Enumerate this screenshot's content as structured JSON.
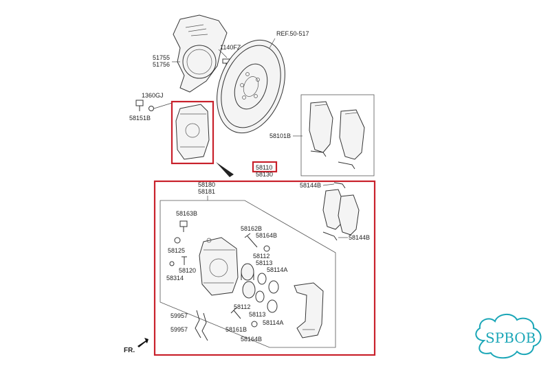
{
  "diagram": {
    "labels": {
      "ref": "REF.50-517",
      "p1140fz": "1140FZ",
      "p51755": "51755",
      "p51756": "51756",
      "p1360gj": "1360GJ",
      "p58151b": "58151B",
      "p58101b": "58101B",
      "p58110": "58110",
      "p58130": "58130",
      "p58180": "58180",
      "p58181": "58181",
      "p58144b_top": "58144B",
      "p58144b_bottom": "58144B",
      "p58163b": "58163B",
      "p58162b": "58162B",
      "p58164b_top": "58164B",
      "p58125": "58125",
      "p58120": "58120",
      "p58314": "58314",
      "p58112_top": "58112",
      "p58113_top": "58113",
      "p58114a_top": "58114A",
      "p58112_bottom": "58112",
      "p58113_bottom": "58113",
      "p58114a_bottom": "58114A",
      "p59957_a": "59957",
      "p59957_b": "59957",
      "p58161b": "58161B",
      "p58164b_bottom": "58164B",
      "fr": "FR."
    },
    "colors": {
      "highlight": "#c8202a",
      "logo": "#1aa6b7"
    }
  },
  "watermark": {
    "logo_text": "SPBOB"
  }
}
